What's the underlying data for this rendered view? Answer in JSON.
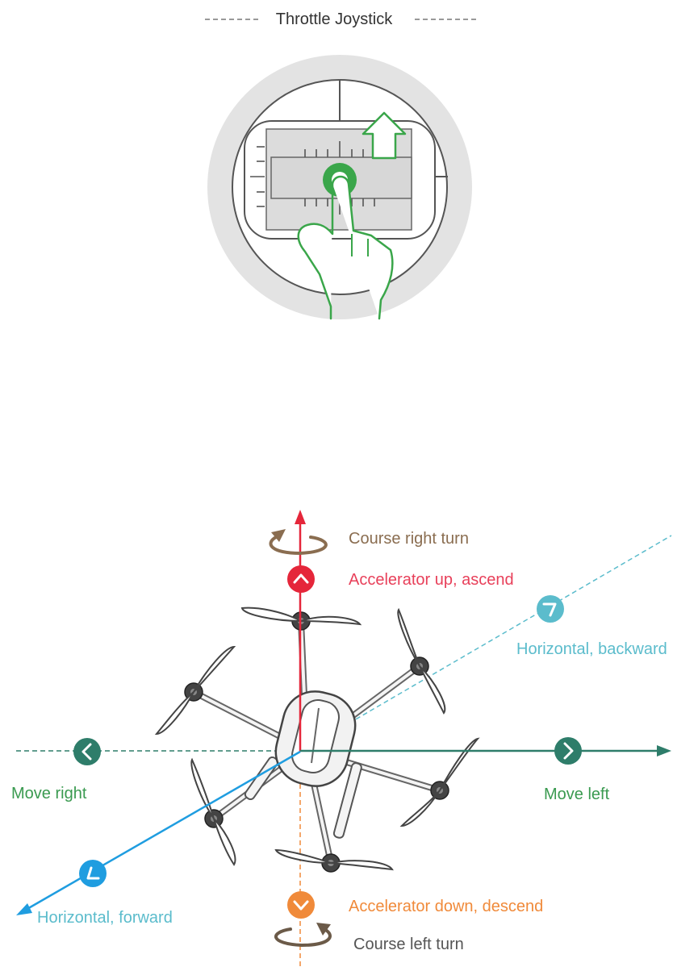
{
  "joystick": {
    "title": "Throttle Joystick"
  },
  "drone_diagram": {
    "labels": {
      "course_right_turn": "Course right turn",
      "accelerator_up": "Accelerator up, ascend",
      "horizontal_backward": "Horizontal, backward",
      "move_right": "Move right",
      "move_left": "Move left",
      "horizontal_forward": "Horizontal, forward",
      "accelerator_down": "Accelerator down, descend",
      "course_left_turn": "Course left turn"
    },
    "colors": {
      "up": "#e5263a",
      "up_text": "#e8405a",
      "backward": "#5bbccc",
      "forward": "#1f9de0",
      "lateral": "#2e7d6a",
      "lateral_text": "#3a9a50",
      "down": "#f08a3a",
      "turn": "#8a6d50",
      "joystick_green": "#3aa64a"
    }
  }
}
